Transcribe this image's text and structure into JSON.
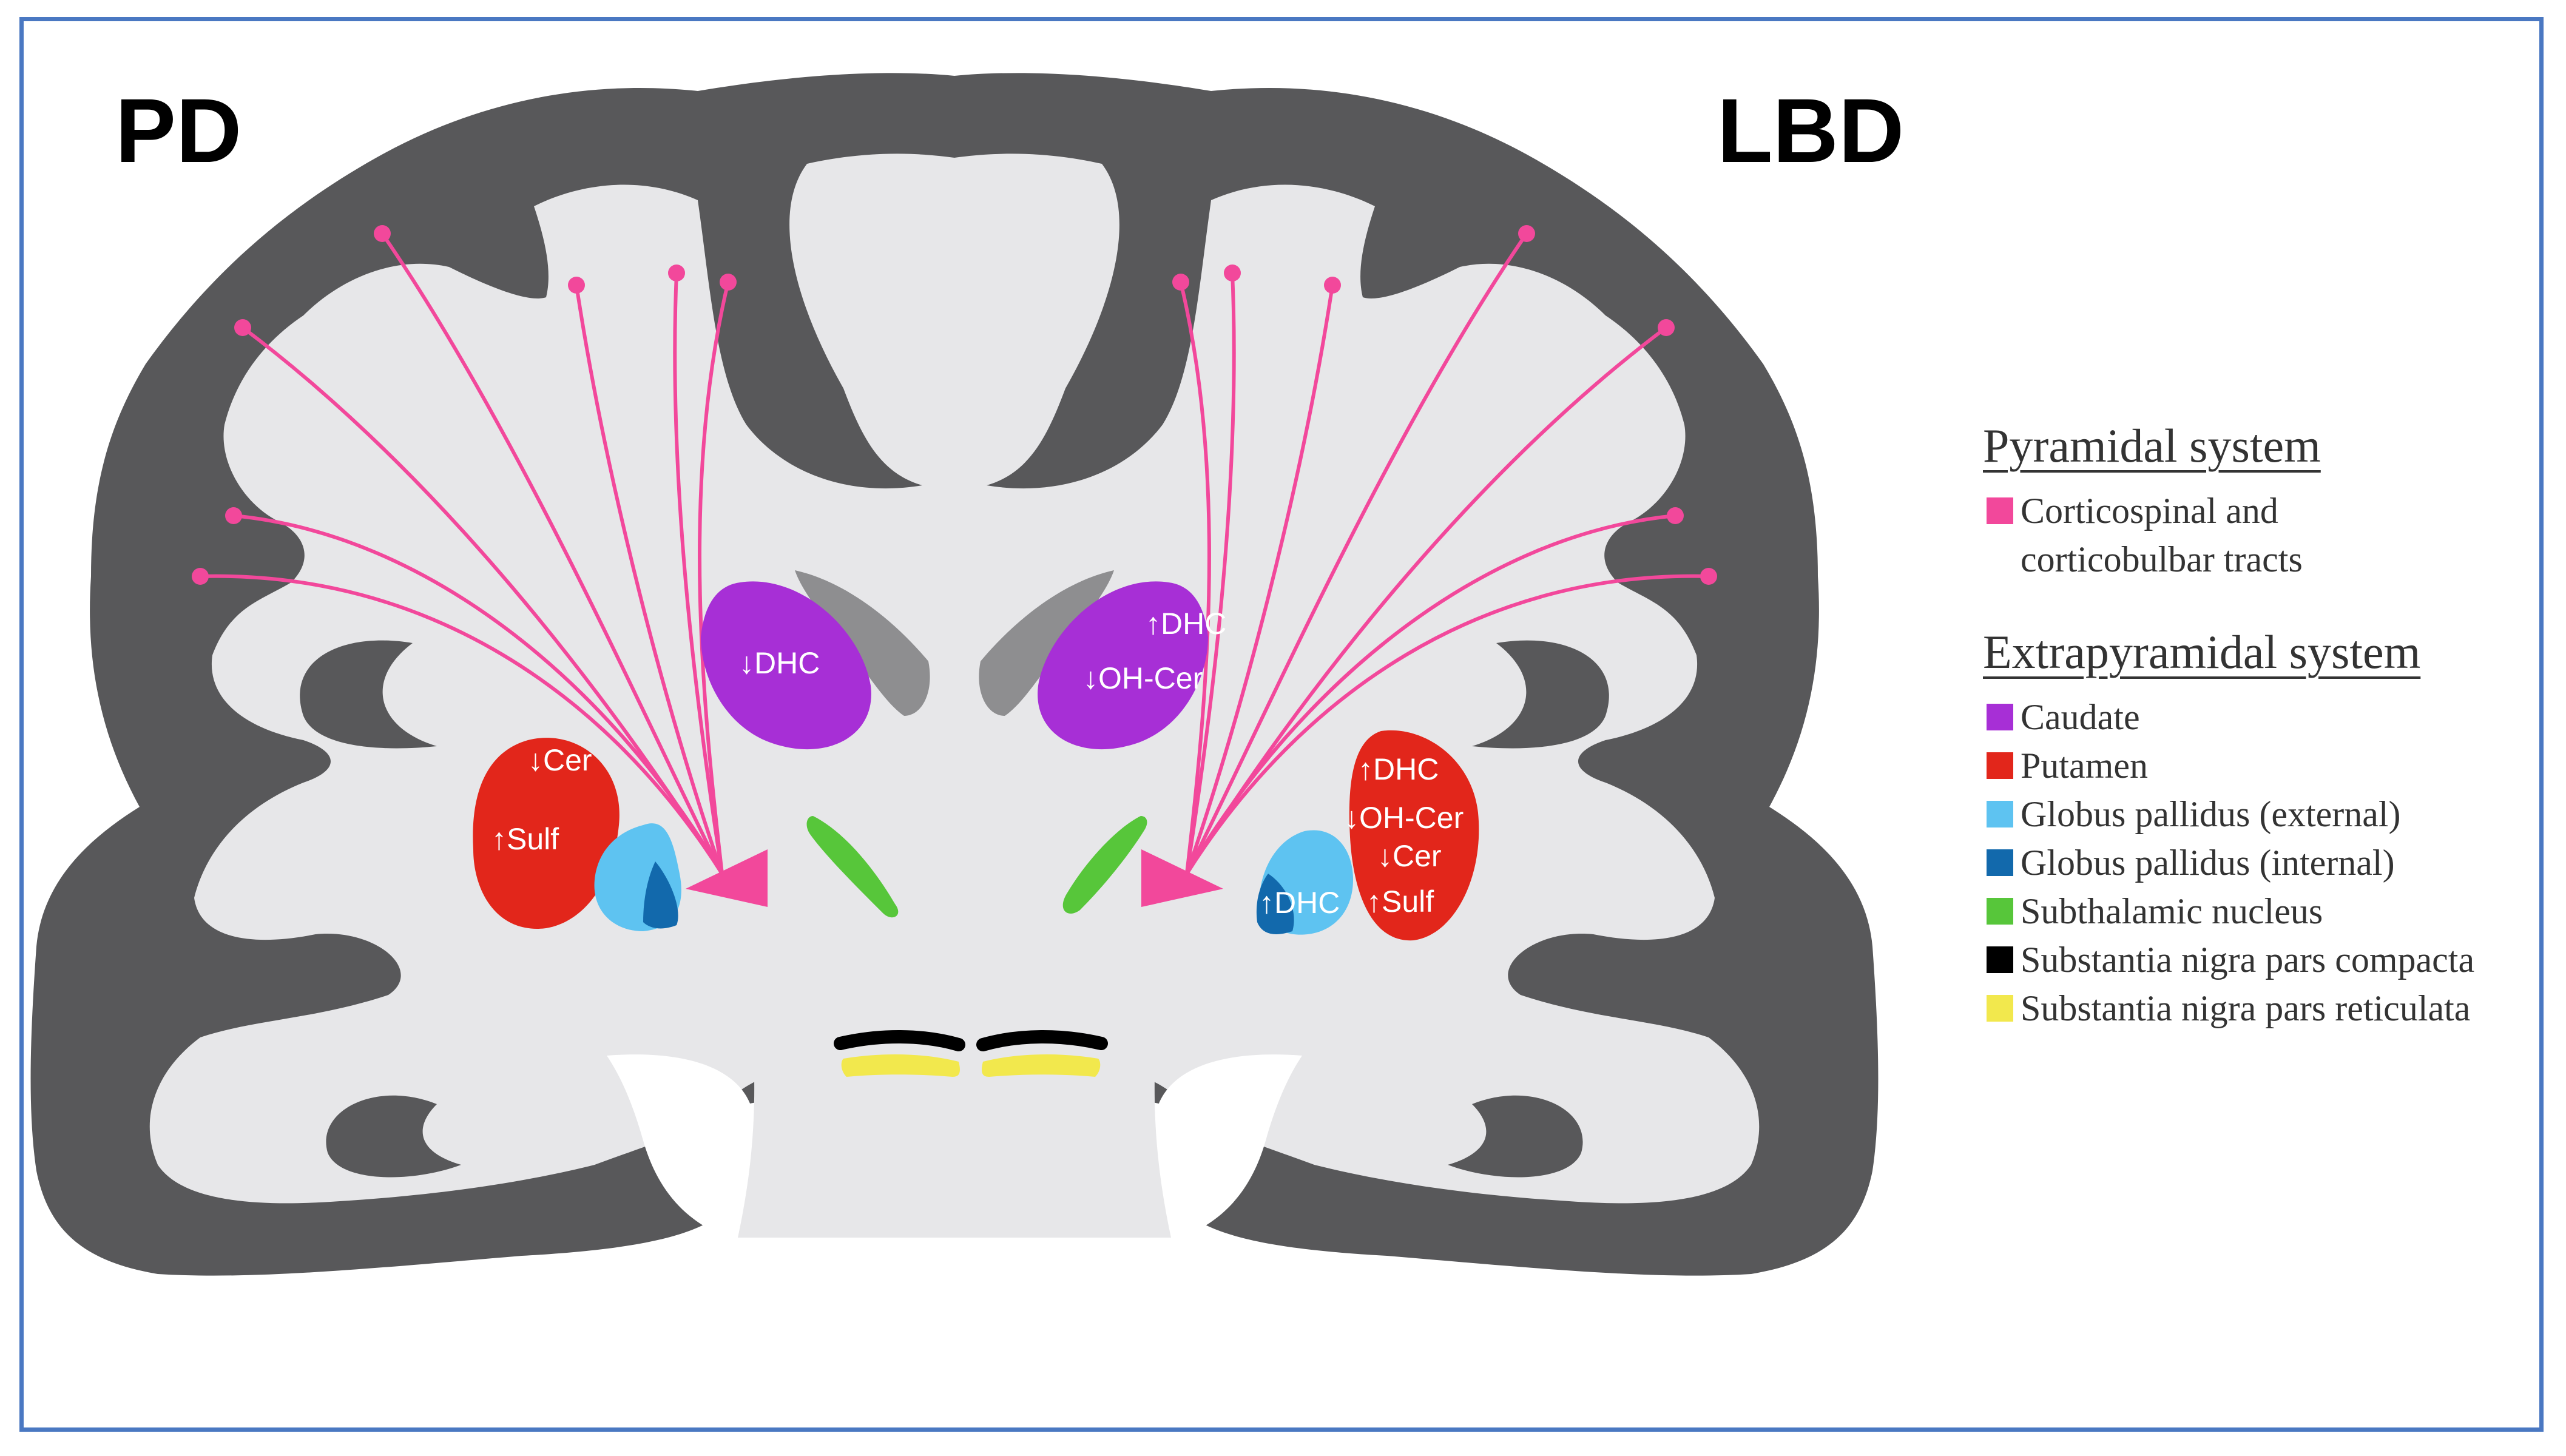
{
  "titles": {
    "left": "PD",
    "right": "LBD"
  },
  "regions": {
    "left_caudate": "↓DHC",
    "left_putamen": [
      "↓Cer",
      "↑Sulf"
    ],
    "right_caudate": [
      "↑DHC",
      "↓OH-Cer"
    ],
    "right_putamen": [
      "↑DHC",
      "↓OH-Cer",
      "↓Cer",
      "↑Sulf"
    ],
    "right_globus_pallidus": "↑DHC"
  },
  "legend": {
    "pyramidal": {
      "heading": "Pyramidal system",
      "items": [
        {
          "label": "Corticospinal and corticobulbar tracts",
          "color": "#f2489b"
        }
      ]
    },
    "extrapyramidal": {
      "heading": "Extrapyramidal system",
      "items": [
        {
          "label": "Caudate",
          "color": "#a72fd6"
        },
        {
          "label": "Putamen",
          "color": "#e2261b"
        },
        {
          "label": "Globus pallidus (external)",
          "color": "#5ec3f1"
        },
        {
          "label": "Globus pallidus (internal)",
          "color": "#1269ac"
        },
        {
          "label": "Subthalamic nucleus",
          "color": "#57c63a"
        },
        {
          "label": "Substantia nigra pars compacta",
          "color": "#000000"
        },
        {
          "label": "Substantia nigra pars reticulata",
          "color": "#f2e84d"
        }
      ]
    }
  },
  "colors": {
    "frame": "#4a78c2",
    "cortex": "#58585a",
    "white_matter": "#e7e7e9",
    "ventricle": "#8e8e90"
  }
}
